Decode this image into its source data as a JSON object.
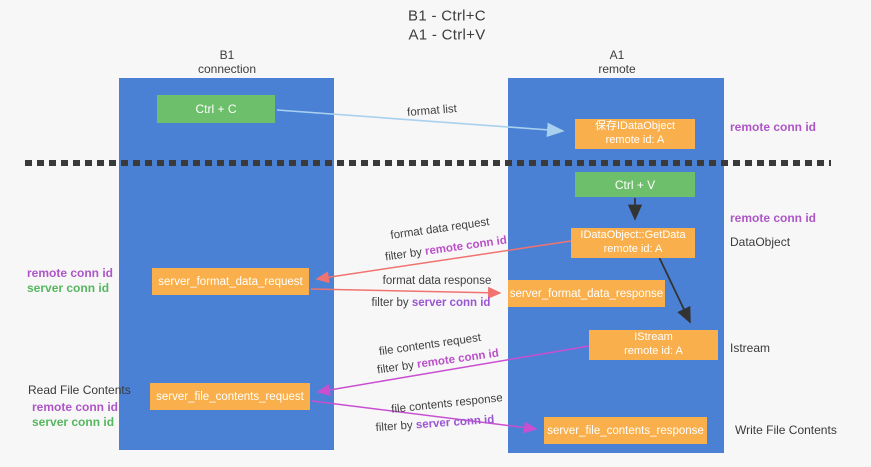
{
  "colors": {
    "background": "#f7f7f8",
    "column_blue": "#4a81d5",
    "box_green": "#6dbf6b",
    "box_orange": "#f9af4b",
    "arrow_light_blue": "#a9d1ee",
    "arrow_black": "#333333",
    "arrow_red": "#f0736f",
    "arrow_magenta": "#c94fd0",
    "text_remote_conn": "#bb50c9",
    "text_server_conn_purple": "#9a55d2",
    "text_server_conn_green": "#56b75f"
  },
  "title": {
    "line1": "B1 - Ctrl+C",
    "line2": "A1 - Ctrl+V"
  },
  "columns": {
    "left": {
      "name_line1": "B1",
      "name_line2": "connection"
    },
    "right": {
      "name_line1": "A1",
      "name_line2": "remote"
    }
  },
  "boxes": {
    "ctrl_c": "Ctrl + C",
    "ctrl_v": "Ctrl + V",
    "save_dataobject": {
      "line1": "保存IDataObject",
      "line2": "remote id: A"
    },
    "getdata": {
      "line1": "IDataObject::GetData",
      "line2": "remote id: A"
    },
    "istream": {
      "line1": "IStream",
      "line2": "remote id: A"
    },
    "server_format_data_request": "server_format_data_request",
    "server_format_data_response": "server_format_data_response",
    "server_file_contents_request": "server_file_contents_request",
    "server_file_contents_response": "server_file_contents_response"
  },
  "arrow_labels": {
    "format_list": "format list",
    "format_data_request": {
      "line1": "format data request",
      "filter_prefix": "filter by ",
      "filter_key": "remote conn id"
    },
    "format_data_response": {
      "line1": "format data response",
      "filter_prefix": "filter by ",
      "filter_key": "server conn id"
    },
    "file_contents_request": {
      "line1": "file contents request",
      "filter_prefix": "filter by ",
      "filter_key": "remote conn id"
    },
    "file_contents_response": {
      "line1": "file contents response",
      "filter_prefix": "filter by ",
      "filter_key": "server conn id"
    }
  },
  "side_labels": {
    "right_remote_conn_top": "remote conn id",
    "right_remote_conn_mid": "remote conn id",
    "right_dataobject": "DataObject",
    "right_istream": "Istream",
    "right_write_file": "Write File Contents",
    "left_remote_conn_mid": "remote conn id",
    "left_server_conn_mid": "server conn id",
    "left_read_file": "Read File Contents",
    "left_remote_conn_bottom": "remote conn id",
    "left_server_conn_bottom": "server conn id"
  }
}
